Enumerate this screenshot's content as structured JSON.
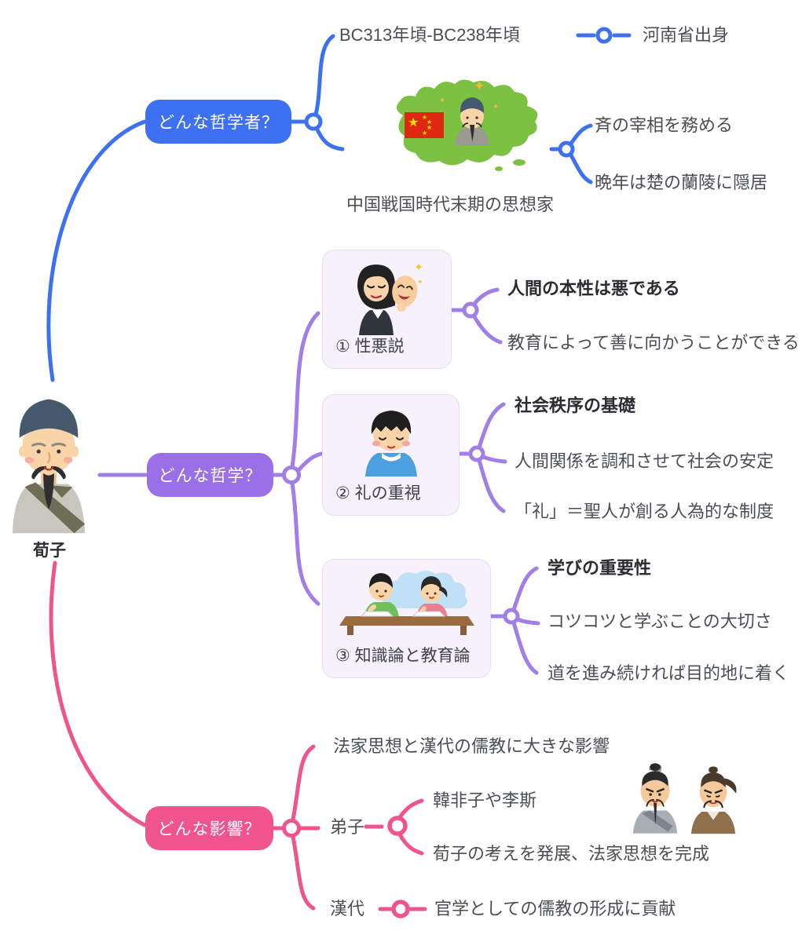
{
  "root": {
    "label": "荀子"
  },
  "philosopher_branch": {
    "button": "どんな哲学者？",
    "period": "BC313年頃-BC238年頃",
    "birthplace": "河南省出身",
    "map_caption": "中国戦国時代末期の思想家",
    "career_1": "斉の宰相を務める",
    "career_2": "晩年は楚の蘭陵に隠居"
  },
  "philosophy_branch": {
    "button": "どんな哲学？",
    "topics": [
      {
        "title": "① 性悪説",
        "headline": "人間の本性は悪である",
        "points": [
          "教育によって善に向かうことができる"
        ]
      },
      {
        "title": "② 礼の重視",
        "headline": "社会秩序の基礎",
        "points": [
          "人間関係を調和させて社会の安定",
          "「礼」＝聖人が創る人為的な制度"
        ]
      },
      {
        "title": "③ 知識論と教育論",
        "headline": "学びの重要性",
        "points": [
          "コツコツと学ぶことの大切さ",
          "道を進み続ければ目的地に着く"
        ]
      }
    ]
  },
  "influence_branch": {
    "button": "どんな影響？",
    "summary": "法家思想と漢代の儒教に大きな影響",
    "disciples_label": "弟子",
    "disciples_names": "韓非子や李斯",
    "disciples_detail": "荀子の考えを発展、法家思想を完成",
    "han_label": "漢代",
    "han_detail": "官学としての儒教の形成に貢献"
  },
  "colors": {
    "branch_blue": "#3E70F2",
    "branch_purple_line": "#A07FE8",
    "button_purple": "#9B6FE6",
    "branch_pink": "#F0548D",
    "topic_box_bg": "#F7F1FC",
    "text_regular": "#4B4E55",
    "text_bold": "#2B2D33"
  }
}
